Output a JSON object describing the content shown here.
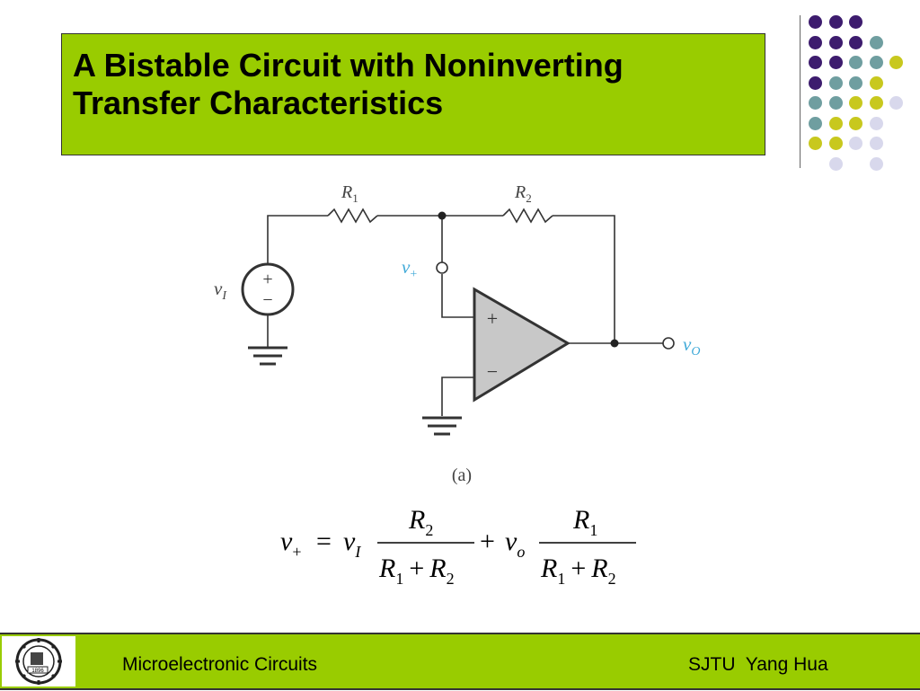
{
  "slide": {
    "title_line1": "A Bistable Circuit with Noninverting",
    "title_line2": "Transfer Characteristics"
  },
  "circuit": {
    "r1_label": "R",
    "r1_sub": "1",
    "r2_label": "R",
    "r2_sub": "2",
    "vplus_label": "v",
    "vplus_sub": "+",
    "vi_label": "v",
    "vi_sub": "I",
    "vo_label": "v",
    "vo_sub": "O",
    "source_plus": "+",
    "source_minus": "−",
    "opamp_plus": "+",
    "opamp_minus": "−",
    "caption": "(a)"
  },
  "equation": {
    "lhs_v": "v",
    "lhs_sub": "+",
    "eq": "=",
    "vi": "v",
    "vi_sub": "I",
    "plus": "+",
    "vo": "v",
    "vo_sub": "o",
    "frac1_num": "R",
    "frac1_num_sub": "2",
    "frac1_den_a": "R",
    "frac1_den_a_sub": "1",
    "frac1_den_plus": "+",
    "frac1_den_b": "R",
    "frac1_den_b_sub": "2",
    "frac2_num": "R",
    "frac2_num_sub": "1",
    "frac2_den_a": "R",
    "frac2_den_a_sub": "1",
    "frac2_den_plus": "+",
    "frac2_den_b": "R",
    "frac2_den_b_sub": "2"
  },
  "footer": {
    "left_text": "Microelectronic Circuits",
    "right_text": "SJTU  Yang Hua",
    "logo_text": "1896"
  },
  "colors": {
    "title_bg": "#99cc00",
    "accent_blue": "#3fa9d8",
    "dot_purple": "#3d1c6e",
    "dot_teal": "#6f9ea0",
    "dot_yellow": "#c8c81e",
    "dot_lavender": "#d8d8ec",
    "opamp_fill": "#c8c8c8"
  },
  "decor": {
    "dot_grid": [
      [
        "purple",
        "purple",
        "purple",
        ""
      ],
      [
        "purple",
        "purple",
        "purple",
        "teal"
      ],
      [
        "purple",
        "purple",
        "teal",
        "teal",
        "yellow"
      ],
      [
        "purple",
        "teal",
        "teal",
        "yellow",
        ""
      ],
      [
        "teal",
        "teal",
        "yellow",
        "yellow",
        "lavender"
      ],
      [
        "teal",
        "yellow",
        "yellow",
        "lavender",
        ""
      ],
      [
        "yellow",
        "yellow",
        "lavender",
        "lavender",
        ""
      ],
      [
        "",
        "lavender",
        "",
        "lavender",
        ""
      ]
    ]
  }
}
